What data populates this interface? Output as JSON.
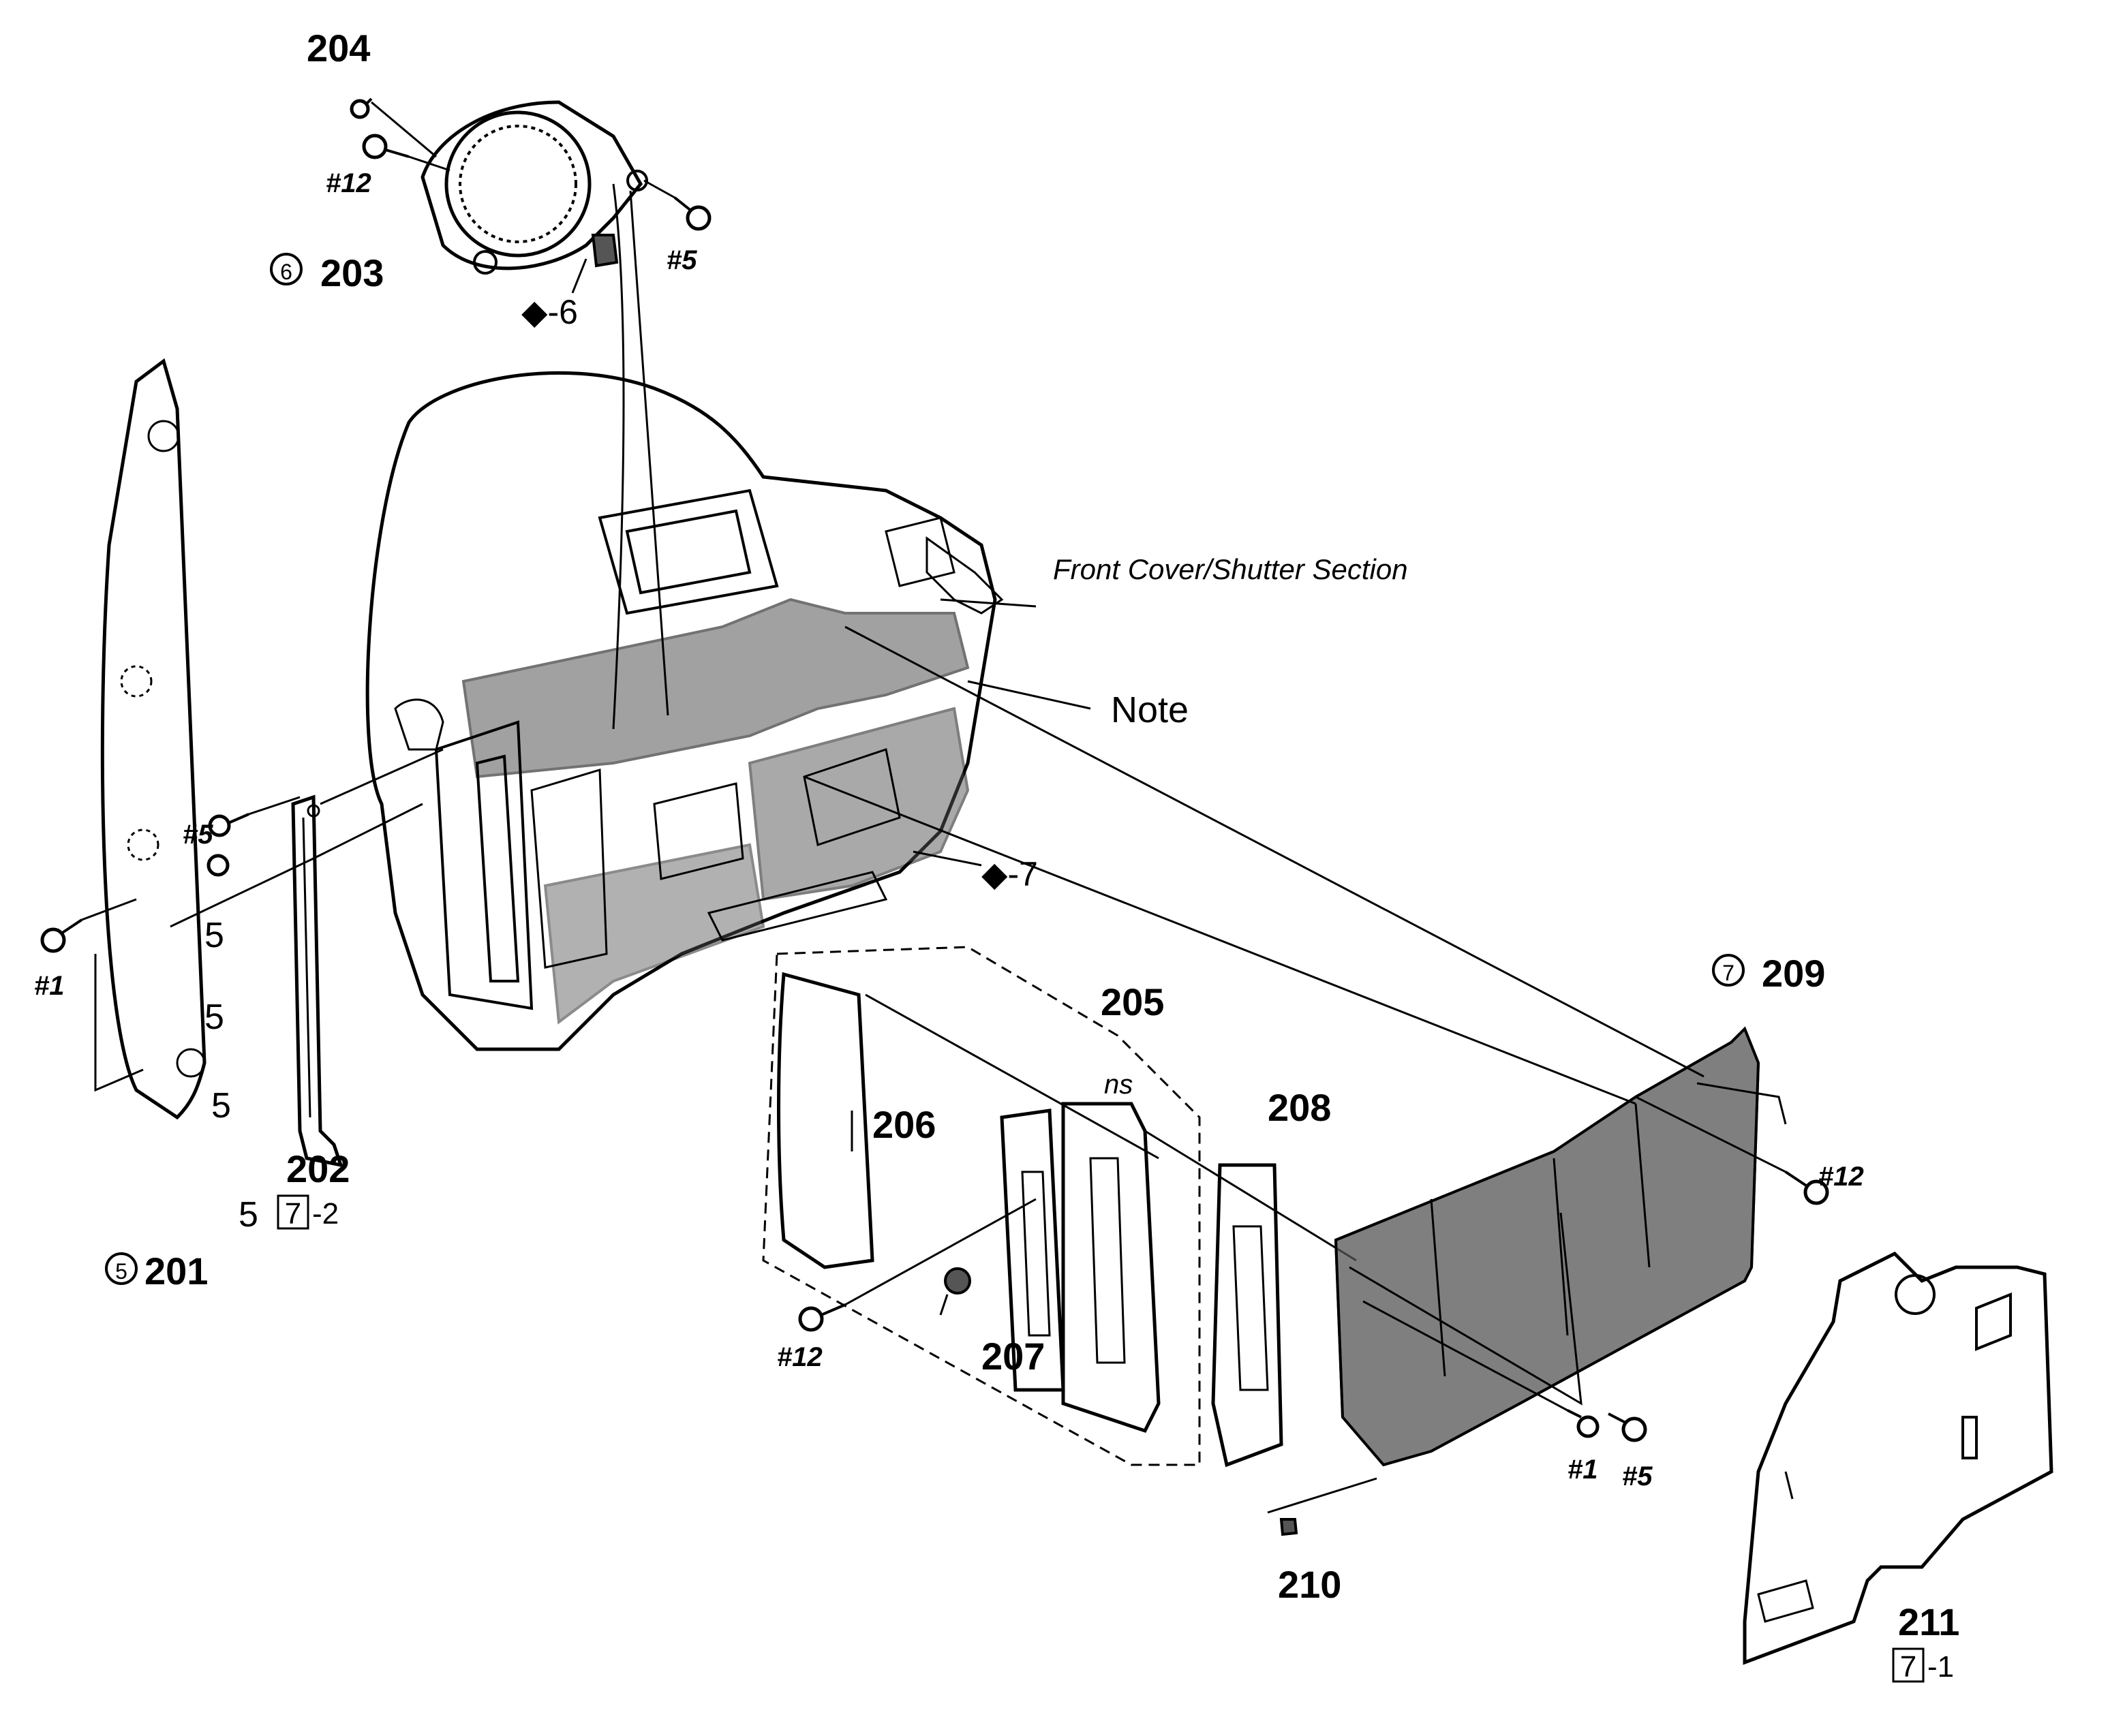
{
  "section_title": "Front Cover/Shutter Section",
  "note_label": "Note",
  "parts": {
    "p201": "201",
    "p202": "202",
    "p203": "203",
    "p204": "204",
    "p205": "205",
    "p206": "206",
    "p207": "207",
    "p208": "208",
    "p209": "209",
    "p210": "210",
    "p211": "211"
  },
  "markers": {
    "m201": "5",
    "m203": "6",
    "m209": "7"
  },
  "refs": {
    "ref202_box": "7",
    "ref202_suffix": "-2",
    "ref211_box": "7",
    "ref211_suffix": "-1",
    "diamond6": "◆-6",
    "diamond7": "◆-7"
  },
  "screws": {
    "s12_top": "#12",
    "s5_top": "#5",
    "s5_left": "#5",
    "s1_left": "#1",
    "s12_center": "#12",
    "s12_right": "#12",
    "s1_right": "#1",
    "s5_right": "#5"
  },
  "points": {
    "a": "5",
    "b": "5",
    "c": "5",
    "d": "5"
  },
  "ns_label": "ns"
}
